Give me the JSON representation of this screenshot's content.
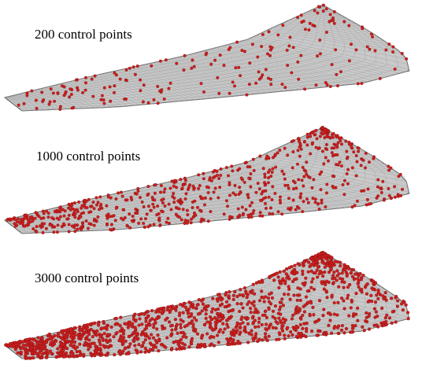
{
  "panels": [
    {
      "label": "200 control points",
      "control_point_count": 200
    },
    {
      "label": "1000 control points",
      "control_point_count": 1000
    },
    {
      "label": "3000 control points",
      "control_point_count": 3000
    }
  ],
  "colors": {
    "surface_fill": "#c9c9c9",
    "surface_mesh": "#9a9a9a",
    "surface_edge": "#555555",
    "control_point": "#cc1f1f",
    "control_point_dark": "#8a0f0f"
  }
}
